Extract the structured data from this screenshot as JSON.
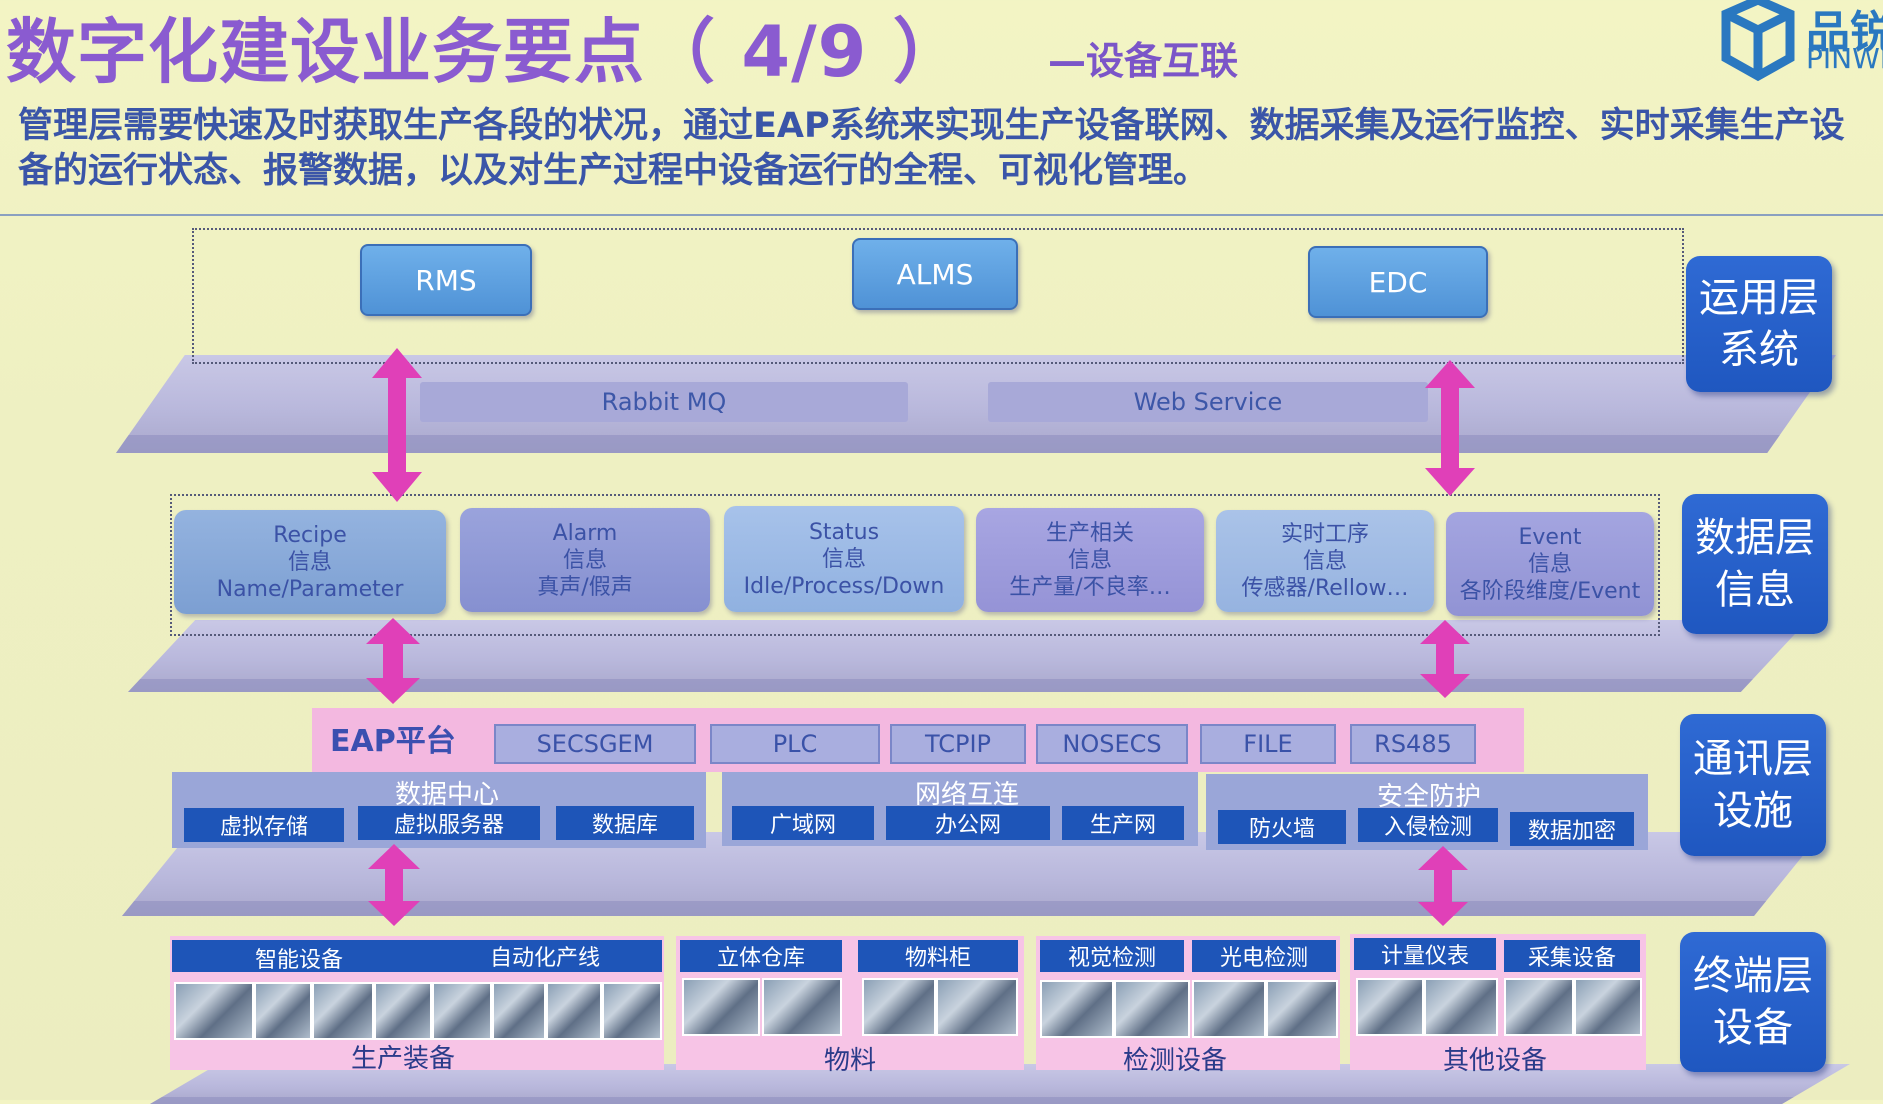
{
  "header": {
    "title": "数字化建设业务要点（ 4/9 ）",
    "subtitle": "—设备互联",
    "logo_text": "品锐",
    "logo_sub": "PINWE",
    "description": "管理层需要快速及时获取生产各段的状况，通过EAP系统来实现生产设备联网、数据采集及运行监控、实时采集生产设备的运行状态、报警数据，以及对生产过程中设备运行的全程、可视化管理。"
  },
  "layers": {
    "application": {
      "label_line1": "运用层",
      "label_line2": "系统",
      "systems": [
        "RMS",
        "ALMS",
        "EDC"
      ],
      "buses": [
        "Rabbit  MQ",
        "Web Service"
      ]
    },
    "data": {
      "label_line1": "数据层",
      "label_line2": "信息",
      "items": [
        {
          "line1": "Recipe",
          "line2": "信息",
          "line3": "Name/Parameter"
        },
        {
          "line1": "Alarm",
          "line2": "信息",
          "line3": "真声/假声"
        },
        {
          "line1": "Status",
          "line2": "信息",
          "line3": "Idle/Process/Down"
        },
        {
          "line1": "生产相关",
          "line2": "信息",
          "line3": "生产量/不良率…"
        },
        {
          "line1": "实时工序",
          "line2": "信息",
          "line3": "传感器/Rellow…"
        },
        {
          "line1": "Event",
          "line2": "信息",
          "line3": "各阶段维度/Event"
        }
      ]
    },
    "communication": {
      "label_line1": "通讯层",
      "label_line2": "设施",
      "eap_label": "EAP平台",
      "protocols": [
        "SECSGEM",
        "PLC",
        "TCPIP",
        "NOSECS",
        "FILE",
        "RS485"
      ],
      "groups": [
        {
          "title": "数据中心",
          "items": [
            "虚拟存储",
            "虚拟服务器",
            "数据库"
          ]
        },
        {
          "title": "网络互连",
          "items": [
            "广域网",
            "办公网",
            "生产网"
          ]
        },
        {
          "title": "安全防护",
          "items": [
            "防火墙",
            "入侵检测",
            "数据加密"
          ]
        }
      ]
    },
    "terminal": {
      "label_line1": "终端层",
      "label_line2": "设备",
      "groups": [
        {
          "heads": [
            "智能设备",
            "自动化产线"
          ],
          "footer": "生产装备"
        },
        {
          "heads": [
            "立体仓库",
            "物料柜"
          ],
          "footer": "物料"
        },
        {
          "heads": [
            "视觉检测",
            "光电检测"
          ],
          "footer": "检测设备"
        },
        {
          "heads": [
            "计量仪表",
            "采集设备"
          ],
          "footer": "其他设备"
        }
      ]
    }
  },
  "colors": {
    "accent_purple": "#8a5bd0",
    "label_blue": "#1f57c0",
    "arrow_magenta": "#e040b8"
  }
}
